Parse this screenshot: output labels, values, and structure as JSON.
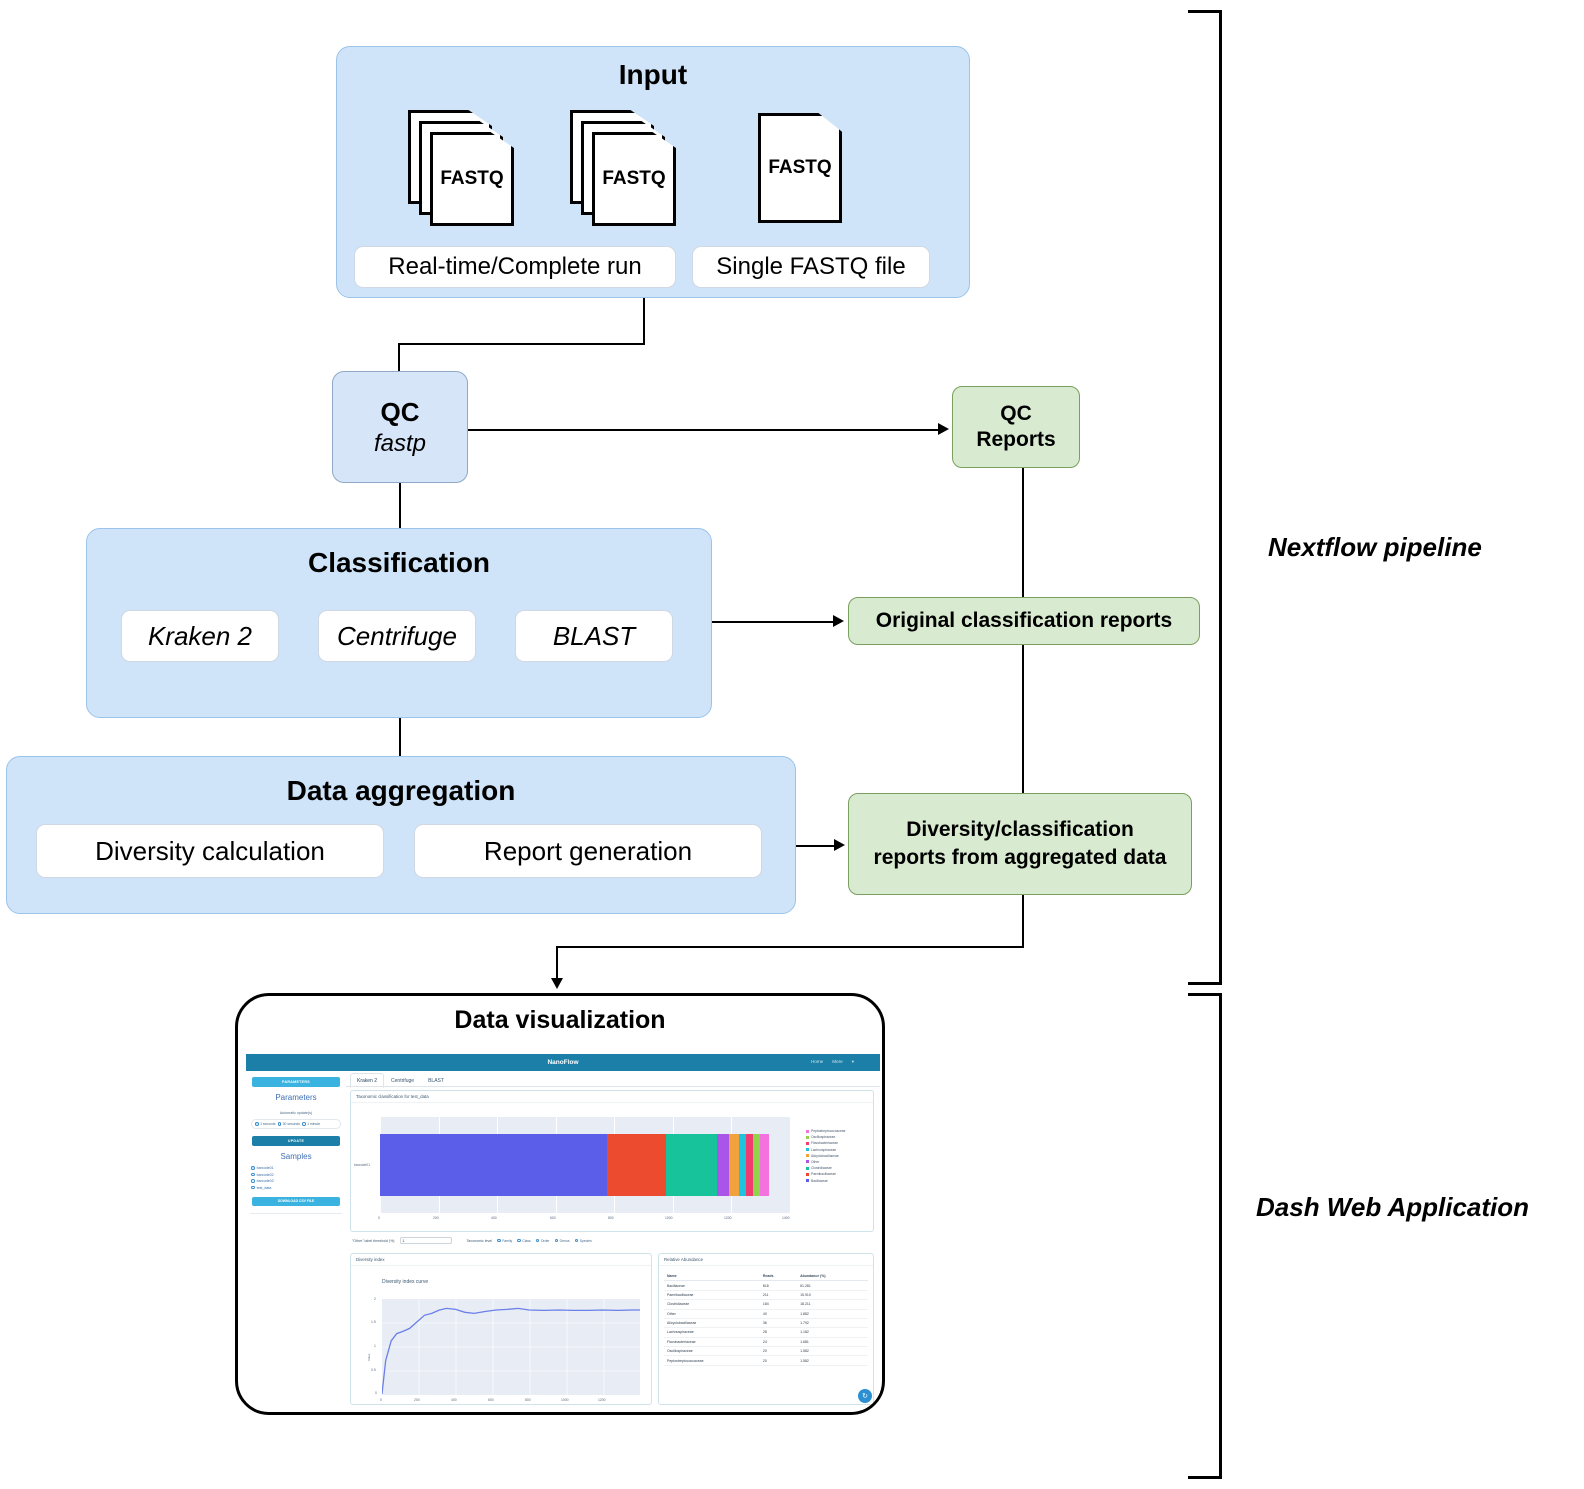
{
  "diagram": {
    "input": {
      "title": "Input",
      "doc_label": "FASTQ",
      "option_multi": "Real-time/Complete run",
      "option_single": "Single FASTQ file"
    },
    "qc": {
      "title": "QC",
      "tool": "fastp"
    },
    "classification": {
      "title": "Classification",
      "tools": [
        "Kraken 2",
        "Centrifuge",
        "BLAST"
      ]
    },
    "aggregation": {
      "title": "Data aggregation",
      "tasks": [
        "Diversity calculation",
        "Report generation"
      ]
    },
    "outputs": {
      "qc_reports": "QC\nReports",
      "qc_reports_line1": "QC",
      "qc_reports_line2": "Reports",
      "original_reports": "Original classification reports",
      "aggregated_line1": "Diversity/classification",
      "aggregated_line2": "reports from aggregated data"
    },
    "brackets": {
      "top": "Nextflow pipeline",
      "bottom": "Dash Web Application"
    },
    "visualization_title": "Data visualization"
  },
  "app": {
    "brand": "NanoFlow",
    "nav": [
      "Home",
      "More"
    ],
    "nav_caret": "▾",
    "sidebar": {
      "banner_parameters": "PARAMETERS",
      "parameters_heading": "Parameters",
      "auto_update_label": "Automatic update(s)",
      "update_options": [
        "1 seconds",
        "30 seconds",
        "1 minute"
      ],
      "update_selected": "1 seconds",
      "banner_update": "UPDATE",
      "samples_heading": "Samples",
      "samples": [
        "barcode01",
        "barcode02",
        "barcode03",
        "test_data"
      ],
      "sample_selected": "barcode01",
      "download_button": "DOWNLOAD CSV FILE"
    },
    "tabs": [
      {
        "label": "Kraken 2",
        "active": true
      },
      {
        "label": "Centrifuge",
        "active": false
      },
      {
        "label": "BLAST",
        "active": false
      }
    ],
    "taxonomy_card_title": "Taxonomic classification for test_data",
    "threshold": {
      "label": "\"Other\" label threshold (%)",
      "value": "1",
      "tax_level_label": "Taxonomic level",
      "levels": [
        "Family",
        "Class",
        "Order",
        "Genus",
        "Species"
      ],
      "level_selected": "Family"
    },
    "diversity_card_title": "Diversity index",
    "relative_card_title": "Relative Abundance",
    "fab_icon": "refresh-icon"
  },
  "chart_data": [
    {
      "type": "bar",
      "orientation": "horizontal",
      "title": "Taxonomic classification for test_data",
      "categories": [
        "barcode01"
      ],
      "xlabel": "",
      "ylabel": "",
      "xlim": [
        0,
        1400
      ],
      "xticks": [
        0,
        200,
        400,
        600,
        800,
        1000,
        1200,
        1400
      ],
      "grid": true,
      "legend_position": "right",
      "series": [
        {
          "name": "Bacillaceae",
          "values": [
            818
          ],
          "color": "#4f5ae0"
        },
        {
          "name": "Paenibacillaceae",
          "values": [
            211
          ],
          "color": "#ec4b30"
        },
        {
          "name": "Clostridiaceae",
          "values": [
            184
          ],
          "color": "#17c39a"
        },
        {
          "name": "Other",
          "values": [
            40
          ],
          "color": "#a855e8"
        },
        {
          "name": "Alicyclobacillaceae",
          "values": [
            36
          ],
          "color": "#f2a23c"
        },
        {
          "name": "Lachnospiraceae",
          "values": [
            28
          ],
          "color": "#1ec3e0"
        },
        {
          "name": "Flavobacteriaceae",
          "values": [
            24
          ],
          "color": "#ef3b6d"
        },
        {
          "name": "Oscillospiraceae",
          "values": [
            20
          ],
          "color": "#8fd44a"
        },
        {
          "name": "Peptostreptococcaceae",
          "values": [
            20
          ],
          "color": "#f472e0"
        }
      ],
      "legend": [
        "Peptostreptococcaceae",
        "Oscillospiraceae",
        "Flavobacteriaceae",
        "Lachnospiraceae",
        "Alicyclobacillaceae",
        "Other",
        "Clostridiaceae",
        "Paenibacillaceae",
        "Bacillaceae"
      ]
    },
    {
      "type": "line",
      "title": "Diversity index curve",
      "xlabel": "",
      "ylabel": "Index",
      "ylim": [
        0,
        2
      ],
      "yticks": [
        0,
        0.5,
        1,
        1.5,
        2
      ],
      "xlim": [
        0,
        1400
      ],
      "xticks": [
        0,
        200,
        400,
        600,
        800,
        1000,
        1200,
        1400
      ],
      "grid": true,
      "color": "#6b7fe8",
      "x": [
        0,
        20,
        50,
        80,
        110,
        150,
        190,
        230,
        270,
        310,
        350,
        400,
        450,
        500,
        560,
        620,
        680,
        740,
        800,
        880,
        960,
        1040,
        1120,
        1200,
        1280,
        1360,
        1400
      ],
      "y": [
        0.02,
        0.72,
        1.12,
        1.28,
        1.32,
        1.38,
        1.52,
        1.66,
        1.7,
        1.78,
        1.82,
        1.8,
        1.74,
        1.72,
        1.76,
        1.79,
        1.8,
        1.82,
        1.79,
        1.78,
        1.79,
        1.78,
        1.78,
        1.79,
        1.78,
        1.79,
        1.79
      ]
    }
  ],
  "relative_abundance_table": {
    "columns": [
      "Name",
      "Reads",
      "Abundance (%)"
    ],
    "rows": [
      [
        "Bacillaceae",
        "818",
        "61.281"
      ],
      [
        "Paenibacillaceae",
        "211",
        "15.910"
      ],
      [
        "Clostridiaceae",
        "184",
        "18.211"
      ],
      [
        "Other",
        "40",
        "1.882"
      ],
      [
        "Alicyclobacillaceae",
        "36",
        "1.792"
      ],
      [
        "Lachnospiraceae",
        "28",
        "1.182"
      ],
      [
        "Flavobacteriaceae",
        "24",
        "1.681"
      ],
      [
        "Oscillospiraceae",
        "20",
        "1.582"
      ],
      [
        "Peptostreptococcaceae",
        "20",
        "1.582"
      ]
    ]
  }
}
